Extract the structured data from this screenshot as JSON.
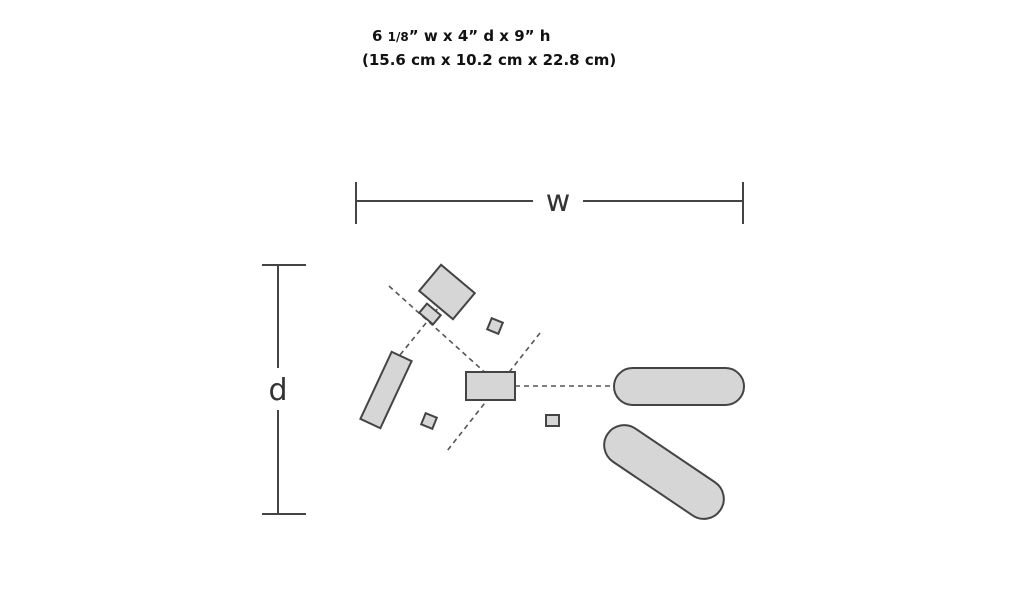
{
  "dimensions": {
    "line1_prefix": "6 ",
    "line1_fraction": "1/8",
    "line1_suffix": "” w x 4” d x 9” h",
    "line2": "(15.6 cm x 10.2 cm x 22.8 cm)"
  },
  "diagram": {
    "width_label": "w",
    "depth_label": "d"
  },
  "colors": {
    "fill": "#d6d6d6",
    "stroke": "#444444",
    "dashed": "#555555"
  }
}
